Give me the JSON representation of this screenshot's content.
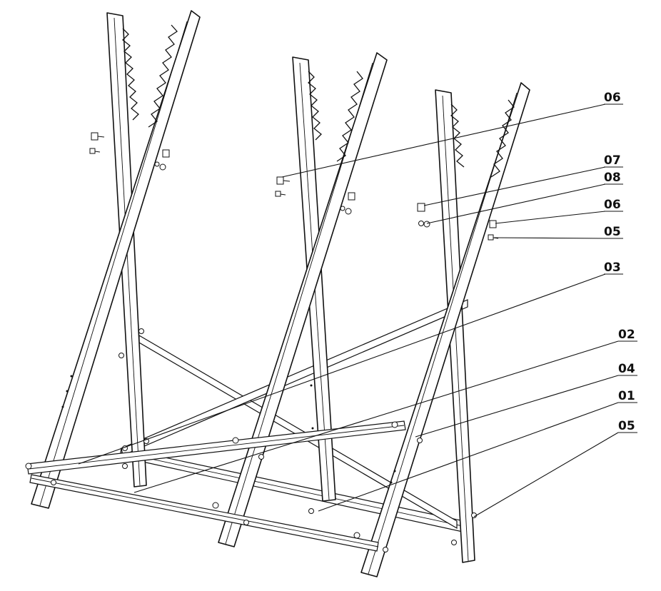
{
  "callouts": [
    {
      "id": "c1",
      "label": "06"
    },
    {
      "id": "c2",
      "label": "07"
    },
    {
      "id": "c3",
      "label": "08"
    },
    {
      "id": "c4",
      "label": "06"
    },
    {
      "id": "c5",
      "label": "05"
    },
    {
      "id": "c6",
      "label": "03"
    },
    {
      "id": "c7",
      "label": "02"
    },
    {
      "id": "c8",
      "label": "04"
    },
    {
      "id": "c9",
      "label": "01"
    },
    {
      "id": "c10",
      "label": "05"
    }
  ]
}
